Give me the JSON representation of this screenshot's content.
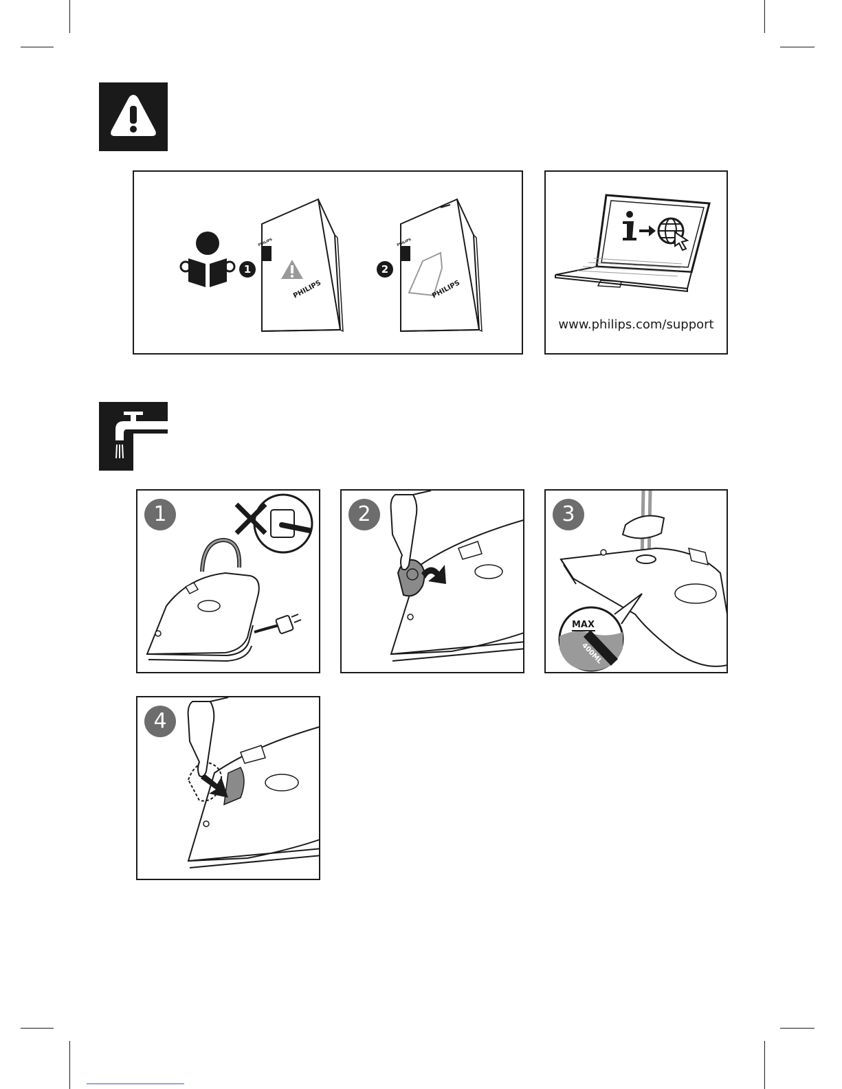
{
  "sections": {
    "safety": {
      "icon": "warning-triangle-icon"
    },
    "water": {
      "icon": "water-tap-icon"
    }
  },
  "manual_panel": {
    "icon": "read-manual-icon",
    "booklet_1_badge": "1",
    "booklet_2_badge": "2",
    "booklet_brand_small": "PHILIPS",
    "booklet_brand_large": "PHILIPS"
  },
  "support_panel": {
    "icon": "laptop-info-globe-icon",
    "url": "www.philips.com/support"
  },
  "steps": [
    {
      "number": "1",
      "icon": "unplug-iron-icon"
    },
    {
      "number": "2",
      "icon": "open-filling-cap-icon"
    },
    {
      "number": "3",
      "icon": "fill-water-icon",
      "max_label": "MAX",
      "capacity_label": "400ML"
    },
    {
      "number": "4",
      "icon": "close-filling-cap-icon"
    }
  ],
  "colors": {
    "ink": "#1a1a1a",
    "badge_gray": "#6d6d6d",
    "fill_gray": "#9a9a9a"
  }
}
